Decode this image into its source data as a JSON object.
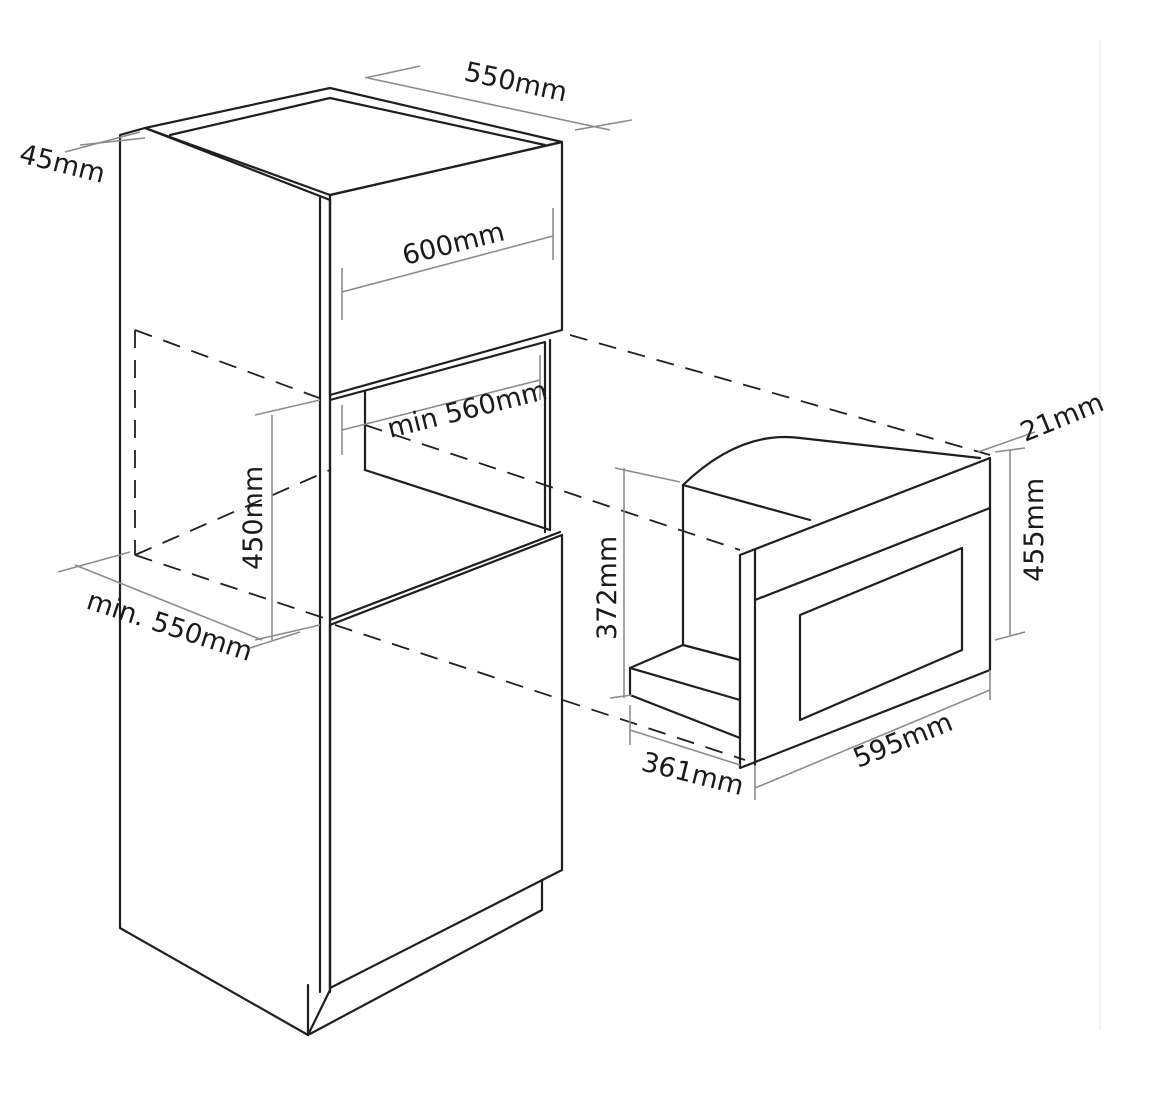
{
  "dimensions": {
    "cabinet_depth": "550mm",
    "panel_thickness": "45mm",
    "cabinet_width": "600mm",
    "niche_width": "min 560mm",
    "niche_height": "450mm",
    "niche_depth": "min. 550mm",
    "frame_depth": "21mm",
    "appliance_height": "455mm",
    "body_height": "372mm",
    "body_depth": "361mm",
    "appliance_width": "595mm"
  },
  "colors": {
    "line": "#1f1f1f",
    "dimension": "#8c8c8c",
    "background": "#ffffff"
  }
}
